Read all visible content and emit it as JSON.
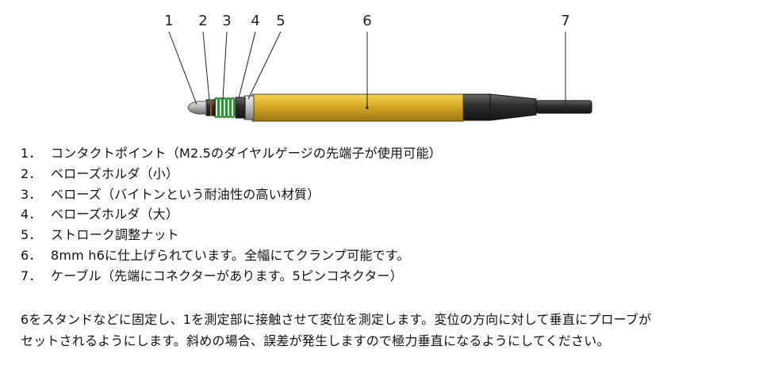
{
  "callouts": [
    "1",
    "2",
    "3",
    "4",
    "5",
    "6",
    "7"
  ],
  "parts": [
    {
      "num": "1．",
      "text": "コンタクトポイント（M2.5のダイヤルゲージの先端子が使用可能）"
    },
    {
      "num": "2．",
      "text": "ベローズホルダ（小）"
    },
    {
      "num": "3．",
      "text": "ベローズ（バイトンという耐油性の高い材質）"
    },
    {
      "num": "4．",
      "text": "ベローズホルダ（大）"
    },
    {
      "num": "5．",
      "text": "ストローク調整ナット"
    },
    {
      "num": "6．",
      "text": "8mm h6に仕上げられています。全幅にてクランプ可能です。"
    },
    {
      "num": "7．",
      "text": "ケーブル（先端にコネクターがあります。5ピンコネクター）"
    }
  ],
  "note": {
    "line1": "6をスタンドなどに固定し、1を測定部に接触させて変位を測定します。変位の方向に対して垂直にプローブが",
    "line2": "セットされるようにします。斜めの場合、誤差が発生しますので極力垂直になるようにしてください。"
  },
  "colors": {
    "body_yellow": "#d8a81a",
    "body_dark": "#333333",
    "bellows_green": "#2f8f3a",
    "metal": "#c8c8c8"
  }
}
